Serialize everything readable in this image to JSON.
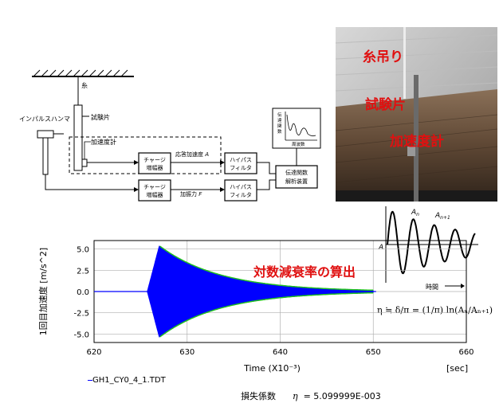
{
  "setup": {
    "string_label": "糸",
    "specimen_label": "試験片",
    "hammer_label": "インパルスハンマ",
    "accelerometer_label": "加速度計",
    "charge_amp_1": "チャージ",
    "charge_amp_1b": "増幅器",
    "charge_amp_2": "チャージ",
    "charge_amp_2b": "増幅器",
    "response_accel_label": "応答加速度",
    "response_accel_symbol": "A",
    "force_label": "加振力",
    "force_symbol": "F",
    "hpf_1a": "ハイパス",
    "hpf_1b": "フィルタ",
    "hpf_2a": "ハイパス",
    "hpf_2b": "フィルタ",
    "analyzer_a": "伝達関数",
    "analyzer_b": "解析装置",
    "tf_axis": "伝達関数",
    "freq_axis": "周波数"
  },
  "photo": {
    "label_string": "糸吊り",
    "label_specimen": "試験片",
    "label_accel": "加速度計"
  },
  "decay_sketch": {
    "amp_n": "A",
    "amp_n_sub": "n",
    "amp_n1": "A",
    "amp_n1_sub": "n+1",
    "y_axis": "A",
    "x_axis": "時間"
  },
  "formula": {
    "text": "η ≒ δ/π = (1/π) ln(Aₙ/Aₙ₊₁)"
  },
  "chart_data": {
    "type": "line",
    "title": "対数減衰率の算出",
    "ylabel": "1回目加速度 [m/s^2]",
    "xlabel": "Time (X10⁻³)",
    "xunit": "[sec]",
    "xlim": [
      620,
      660
    ],
    "ylim": [
      -6.0,
      6.0
    ],
    "xticks": [
      "620",
      "630",
      "640",
      "650",
      "660"
    ],
    "yticks": [
      "5.0",
      "2.5",
      "0.0",
      "-2.5",
      "-5.0"
    ],
    "grid": true,
    "series": [
      {
        "name": "GH1_CY0_4_1.TDT",
        "color": "#0000ff",
        "envelope_color": "#20c020",
        "onset": 625.7,
        "peak_time": 627.0,
        "peak_amplitude": 5.4,
        "end": 650.0
      }
    ],
    "legend": "bottom-left"
  },
  "loss": {
    "label": "損失係数",
    "symbol": "η",
    "value": "= 5.099999E-003"
  }
}
